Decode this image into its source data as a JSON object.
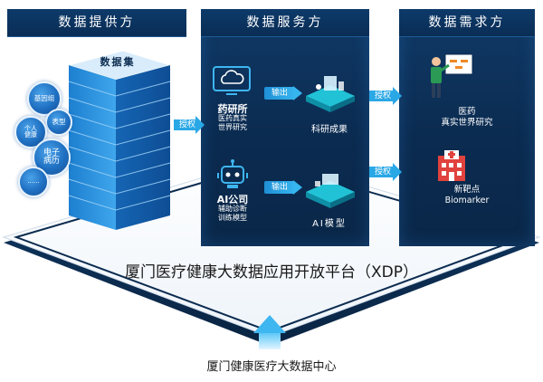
{
  "headers": {
    "provider": "数据提供方",
    "service": "数据服务方",
    "demand": "数据需求方"
  },
  "dataset_label": "数据集",
  "bubbles": [
    {
      "text": "基因组"
    },
    {
      "text": "表型"
    },
    {
      "text": "个人\n健康"
    },
    {
      "text": "电子\n病历"
    },
    {
      "text": "......"
    }
  ],
  "arrows": {
    "authorize": "授权",
    "output": "输出"
  },
  "institutions": {
    "institute": {
      "name": "药研所",
      "desc": "医药真实\n世界研究",
      "result": "科研成果"
    },
    "ai_company": {
      "name": "AI公司",
      "desc": "辅助诊断\n训练模型",
      "result": "AI模型"
    }
  },
  "demands": {
    "research": {
      "text": "医药\n真实世界研究"
    },
    "biomarker": {
      "text": "新靶点\nBiomarker"
    }
  },
  "platform_title": "厦门医疗健康大数据应用开放平台（XDP）",
  "center_title": "厦门健康医疗大数据中心",
  "colors": {
    "navy": "#0b2b50",
    "cyan": "#2aa8e6",
    "platform_text": "#1a1a1a"
  }
}
